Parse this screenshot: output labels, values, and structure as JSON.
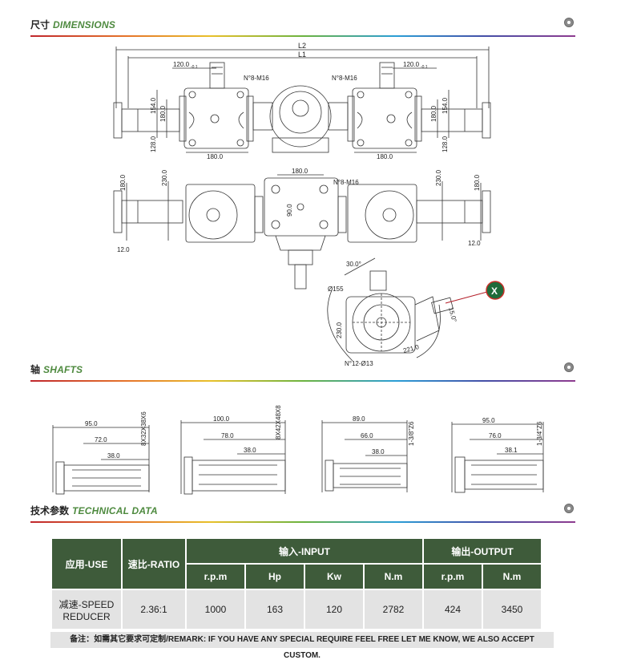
{
  "sections": {
    "dimensions": {
      "cn": "尺寸",
      "en": "DIMENSIONS"
    },
    "shafts": {
      "cn": "轴",
      "en": "SHAFTS"
    },
    "technical": {
      "cn": "技术参数",
      "en": "TECHNICAL DATA"
    }
  },
  "dimensions": {
    "L2": "L2",
    "L1": "L1",
    "dim_120_left": "120.0",
    "dim_120_left_tol": "-0.1",
    "dim_120_right": "120.0",
    "dim_120_right_tol": "-0.1",
    "bolts_left": "N°8-M16",
    "bolts_right": "N°8-M16",
    "bolts_mid": "N°8-M16",
    "d154_left": "154.0",
    "d180_left": "180.0",
    "d128_left": "128.0",
    "d180_bottom_left": "180.0",
    "d154_right": "154.0",
    "d180_right": "180.0",
    "d128_right": "128.0",
    "d180_bottom_right": "180.0",
    "d180_side_left": "180.0",
    "d230_left": "230.0",
    "d12_left": "12.0",
    "d180_top_mid": "180.0",
    "d90_mid": "90.0",
    "d230_right": "230.0",
    "d180_side_right": "180.0",
    "d12_right": "12.0",
    "angle": "30.0°",
    "dia155": "Ø155",
    "d230_detail": "230.0",
    "d221": "221.0",
    "holes": "N°12-Ø13",
    "tilt": "15.0°",
    "detail_label": "X"
  },
  "shafts": [
    {
      "spec": "8X32X38X6",
      "l1": "95.0",
      "l2": "72.0",
      "l3": "38.0"
    },
    {
      "spec": "8X42X48X8",
      "l1": "100.0",
      "l2": "78.0",
      "l3": "38.0"
    },
    {
      "spec": "1-3/8\"Z6",
      "l1": "89.0",
      "l2": "66.0",
      "l3": "38.0"
    },
    {
      "spec": "1-3/4\"Z6",
      "l1": "95.0",
      "l2": "76.0",
      "l3": "38.1"
    }
  ],
  "table": {
    "use_header": "应用-USE",
    "ratio_header": "速比-RATIO",
    "input_header": "输入-INPUT",
    "output_header": "输出-OUTPUT",
    "input_cols": [
      "r.p.m",
      "Hp",
      "Kw",
      "N.m"
    ],
    "output_cols": [
      "r.p.m",
      "N.m"
    ],
    "row": {
      "use_line1": "减速-SPEED",
      "use_line2": "REDUCER",
      "ratio": "2.36:1",
      "in_rpm": "1000",
      "in_hp": "163",
      "in_kw": "120",
      "in_nm": "2782",
      "out_rpm": "424",
      "out_nm": "3450"
    }
  },
  "remark": "备注：如需其它要求可定制/REMARK: IF YOU HAVE ANY SPECIAL REQUIRE FEEL FREE LET ME KNOW, WE ALSO ACCEPT CUSTOM."
}
